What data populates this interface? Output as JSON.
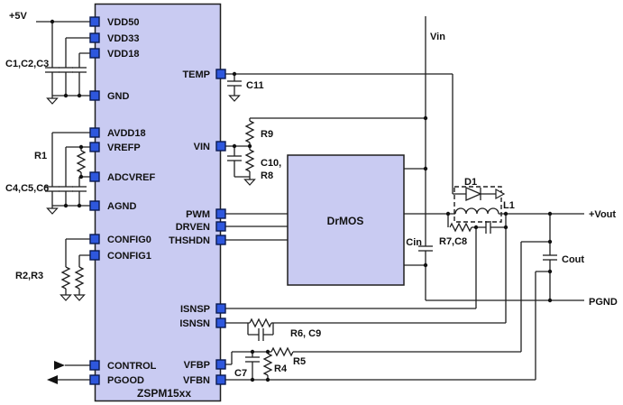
{
  "diagram": {
    "chip_label": "ZSPM15xx",
    "drmos_label": "DrMOS",
    "nets": {
      "plus5v": "+5V",
      "vin": "Vin",
      "vout": "+Vout",
      "pgnd": "PGND"
    },
    "left_pins": [
      "VDD50",
      "VDD33",
      "VDD18",
      "GND",
      "AVDD18",
      "VREFP",
      "ADCVREF",
      "AGND",
      "CONFIG0",
      "CONFIG1",
      "CONTROL",
      "PGOOD"
    ],
    "right_pins": [
      "TEMP",
      "VIN",
      "PWM",
      "DRVEN",
      "THSHDN",
      "ISNSP",
      "ISNSN",
      "VFBP",
      "VFBN"
    ],
    "components": {
      "c1c2c3": "C1,C2,C3",
      "r1": "R1",
      "c4c5c6": "C4,C5,C6",
      "r2r3": "R2,R3",
      "c11": "C11",
      "r9": "R9",
      "c10": "C10,",
      "r8": "R8",
      "cin": "Cin",
      "d1": "D1",
      "l1": "L1",
      "r7c8": "R7,C8",
      "cout": "Cout",
      "r6c9": "R6, C9",
      "r5": "R5",
      "r4": "R4",
      "c7": "C7"
    },
    "colors": {
      "block_fill": "#c9cbf2",
      "pin_fill": "#2e57dd",
      "wire": "#1f1f1f"
    }
  }
}
